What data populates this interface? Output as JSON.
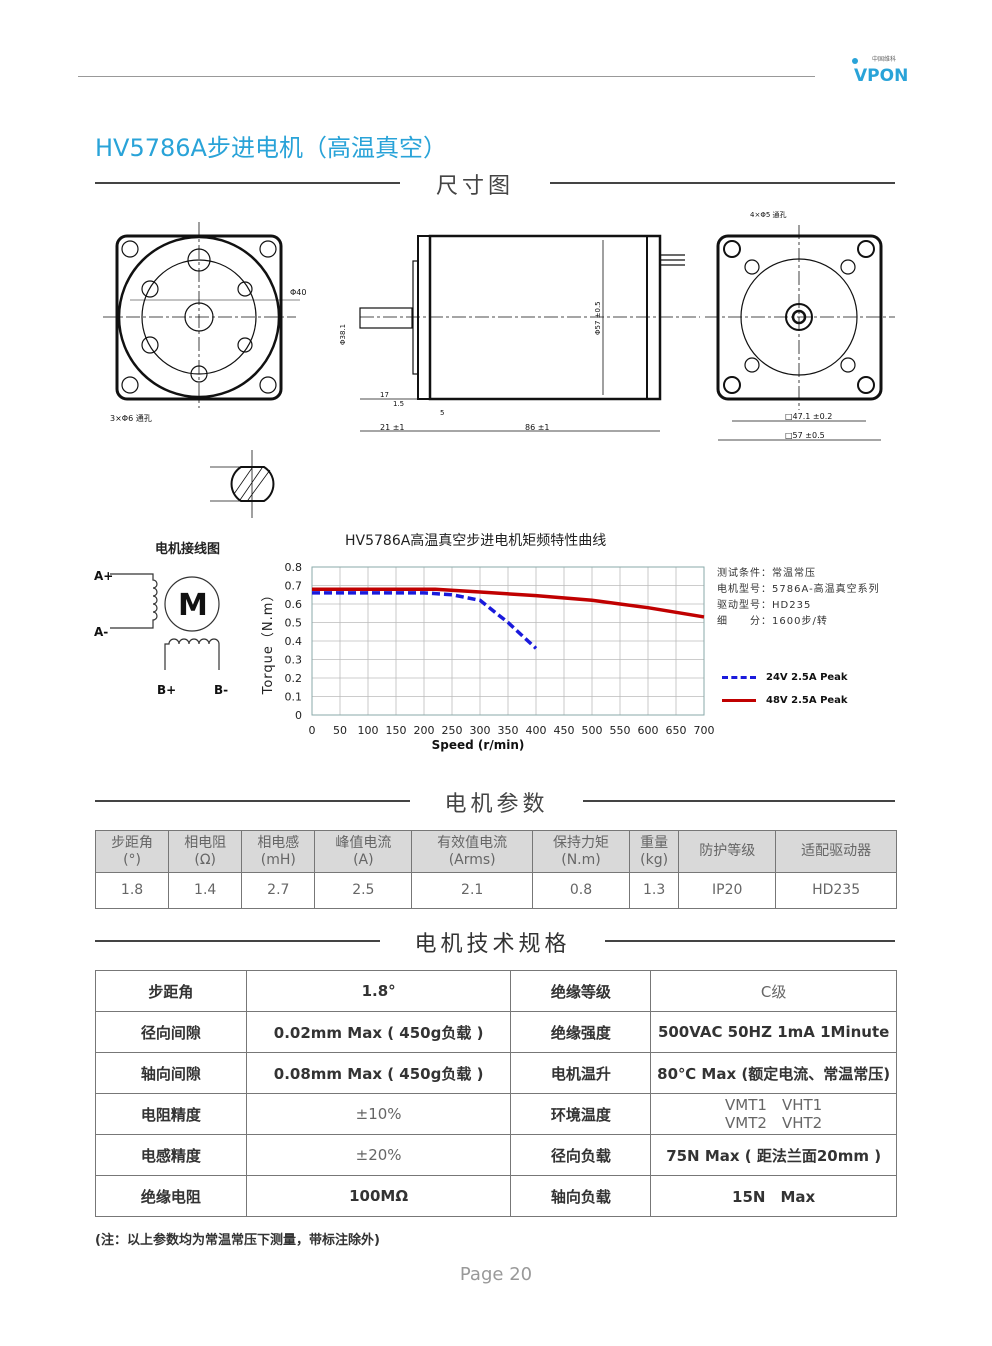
{
  "header": {
    "logo_text": "VPON",
    "logo_subtext": "中国维科",
    "title": "HV5786A步进电机（高温真空）"
  },
  "sections": {
    "dimensions": "尺寸图",
    "params": "电机参数",
    "specs": "电机技术规格"
  },
  "drawing_labels": {
    "d17": "17",
    "d15": "1.5",
    "d5": "5",
    "d21": "21 ±1",
    "d86": "86 ±1",
    "sq47": "□47.1 ±0.2",
    "sq57": "□57 ±0.5",
    "phi57": "Φ57 ±0.5",
    "phi40": "Φ40",
    "phi38": "Φ38.1",
    "holes": "4×Φ5 通孔",
    "holes3": "3×Φ6 通孔"
  },
  "wiring": {
    "title": "电机接线图",
    "motor": "M",
    "a_plus": "A+",
    "a_minus": "A-",
    "b_plus": "B+",
    "b_minus": "B-"
  },
  "chart_data": {
    "type": "line",
    "title": "HV5786A高温真空步进电机矩频特性曲线",
    "xlabel": "Speed (r/min)",
    "ylabel": "Torque（N.m）",
    "xlim": [
      0,
      700
    ],
    "ylim": [
      0,
      0.8
    ],
    "xticks": [
      "0",
      "50",
      "100",
      "150",
      "200",
      "250",
      "300",
      "350",
      "400",
      "450",
      "500",
      "550",
      "600",
      "650",
      "700"
    ],
    "yticks": [
      "0",
      "0.1",
      "0.2",
      "0.3",
      "0.4",
      "0.5",
      "0.6",
      "0.7",
      "0.8"
    ],
    "grid": true,
    "legend_position": "right",
    "series": [
      {
        "name": "24V 2.5A Peak",
        "color": "#1a1adc",
        "style": "dashed",
        "x": [
          0,
          100,
          200,
          250,
          300,
          350,
          400
        ],
        "y": [
          0.66,
          0.66,
          0.66,
          0.65,
          0.62,
          0.5,
          0.36
        ]
      },
      {
        "name": "48V 2.5A Peak",
        "color": "#c00000",
        "style": "solid",
        "x": [
          0,
          100,
          220,
          300,
          400,
          500,
          600,
          700
        ],
        "y": [
          0.68,
          0.68,
          0.68,
          0.665,
          0.645,
          0.62,
          0.58,
          0.53
        ]
      }
    ],
    "notes": [
      "测试条件：常温常压",
      "电机型号：5786A-高温真空系列",
      "驱动型号：HD235",
      "细　　分：1600步/转"
    ]
  },
  "params_table": {
    "headers": [
      [
        "步距角",
        "(°)"
      ],
      [
        "相电阻",
        "(Ω)"
      ],
      [
        "相电感",
        "(mH)"
      ],
      [
        "峰值电流",
        "(A)"
      ],
      [
        "有效值电流",
        "(Arms)"
      ],
      [
        "保持力矩",
        "(N.m)"
      ],
      [
        "重量",
        "(kg)"
      ],
      [
        "防护等级",
        ""
      ],
      [
        "适配驱动器",
        ""
      ]
    ],
    "values": [
      "1.8",
      "1.4",
      "2.7",
      "2.5",
      "2.1",
      "0.8",
      "1.3",
      "IP20",
      "HD235"
    ]
  },
  "spec_table": [
    [
      "步距角",
      "1.8°",
      "绝缘等级",
      "C级"
    ],
    [
      "径向间隙",
      "0.02mm Max ( 450g负载 )",
      "绝缘强度",
      "500VAC 50HZ 1mA 1Minute"
    ],
    [
      "轴向间隙",
      "0.08mm Max ( 450g负载 )",
      "电机温升",
      "80℃ Max (额定电流、常温常压)"
    ],
    [
      "电阻精度",
      "±10%",
      "环境温度",
      "VMT1　VHT1\nVMT2　VHT2"
    ],
    [
      "电感精度",
      "±20%",
      "径向负载",
      "75N Max ( 距法兰面20mm )"
    ],
    [
      "绝缘电阻",
      "100MΩ",
      "轴向负载",
      "15N　Max"
    ]
  ],
  "note": "(注：以上参数均为常温常压下测量，带标注除外)",
  "footer": {
    "page": "Page 20"
  }
}
